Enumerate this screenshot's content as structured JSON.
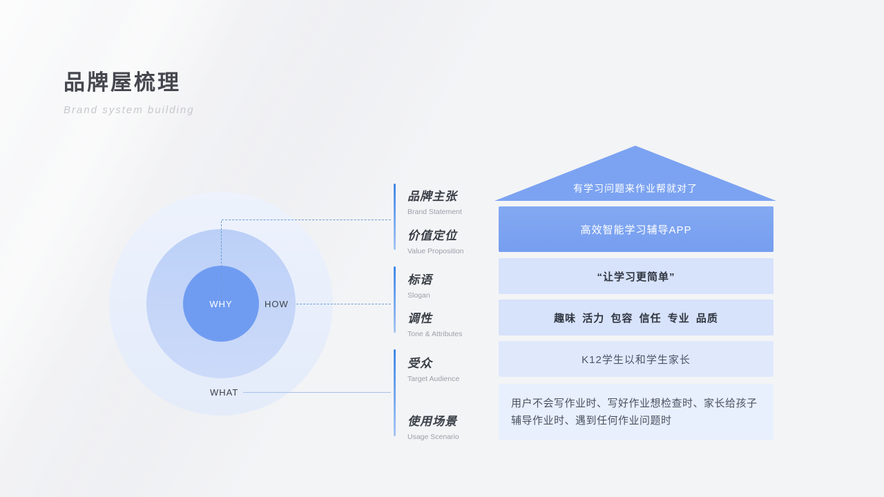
{
  "header": {
    "title": "品牌屋梳理",
    "subtitle": "Brand system building"
  },
  "circles": {
    "why": "WHY",
    "how": "HOW",
    "what": "WHAT"
  },
  "labels": [
    {
      "zh": "品牌主张",
      "en": "Brand Statement"
    },
    {
      "zh": "价值定位",
      "en": "Value Proposition"
    },
    {
      "zh": "标语",
      "en": "Slogan"
    },
    {
      "zh": "调性",
      "en": "Tone & Attributes"
    },
    {
      "zh": "受众",
      "en": "Target Audience"
    },
    {
      "zh": "使用场景",
      "en": "Usage Scenario"
    }
  ],
  "house": {
    "roof": "有学习问题来作业帮就对了",
    "rows": [
      {
        "text": "高效智能学习辅导APP"
      },
      {
        "text": "“让学习更简单”"
      },
      {
        "text": "趣味 活力 包容 信任 专业 品质"
      },
      {
        "text": "K12学生以和学生家长"
      },
      {
        "text": "用户不会写作业时、写好作业想检查时、家长给孩子辅导作业时、遇到任何作业问题时"
      }
    ]
  },
  "colors": {
    "background": "#f3f4f6",
    "house_primary": "#7ca3f1",
    "house_light": "#d7e2fb",
    "house_lighter": "#e0e9fc",
    "house_lightest": "#e8effd",
    "circle_inner": "#6f9cf1",
    "circle_middle": "#bcd0f7",
    "circle_outer": "#e8eefb",
    "accent_bar": "#3f87e8",
    "connector": "#6b9bd2",
    "title_text": "#45464e",
    "subtitle_text": "#c7c8cc"
  }
}
